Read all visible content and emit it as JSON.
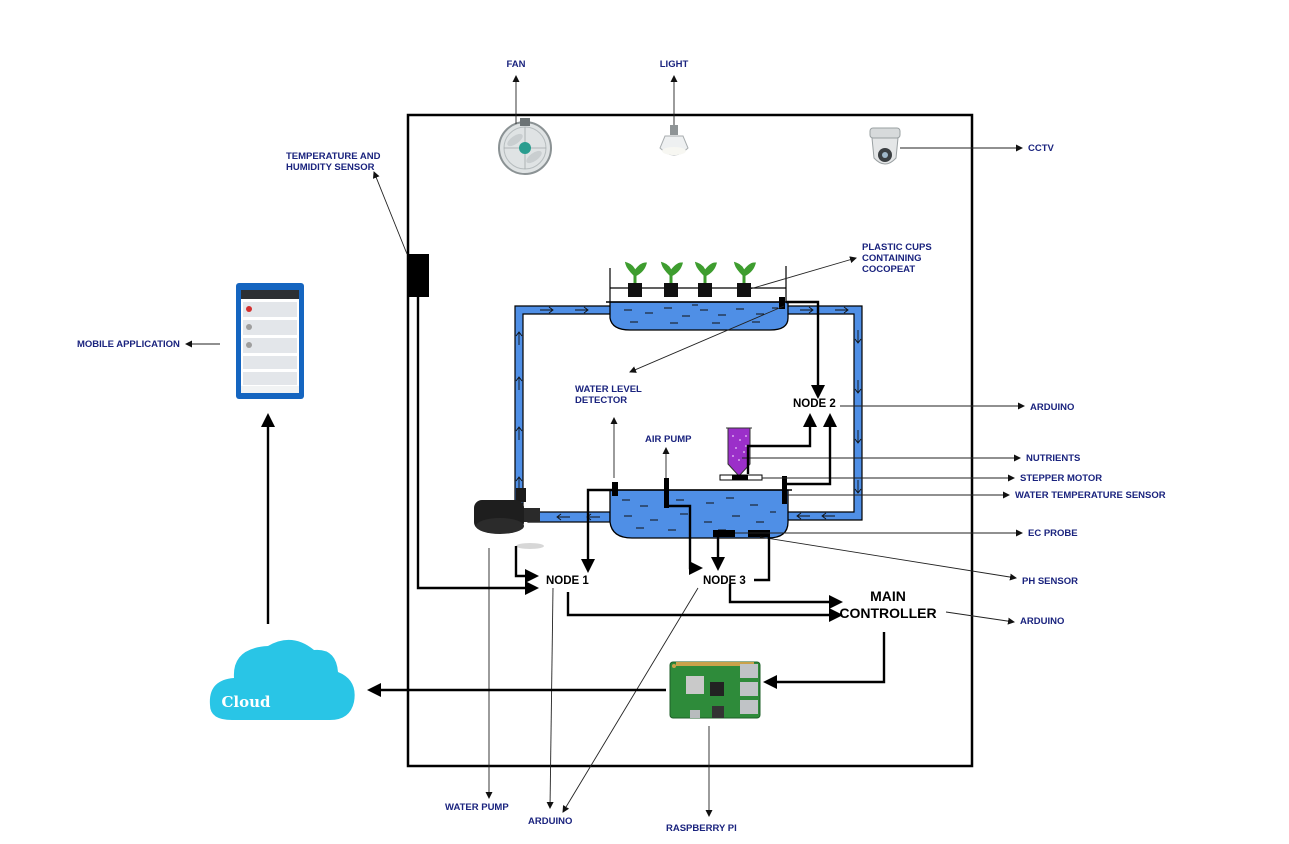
{
  "labels": {
    "fan": "FAN",
    "light": "LIGHT",
    "cctv": "CCTV",
    "temp_humidity_1": "TEMPERATURE AND",
    "temp_humidity_2": "HUMIDITY SENSOR",
    "plastic_cups_1": "PLASTIC CUPS",
    "plastic_cups_2": "CONTAINING",
    "plastic_cups_3": "COCOPEAT",
    "mobile_app": "MOBILE APPLICATION",
    "water_level_1": "WATER LEVEL",
    "water_level_2": "DETECTOR",
    "air_pump": "AIR PUMP",
    "arduino_node2": "ARDUINO",
    "nutrients": "NUTRIENTS",
    "stepper_motor": "STEPPER MOTOR",
    "water_temp": "WATER TEMPERATURE SENSOR",
    "ec_probe": "EC PROBE",
    "ph_sensor": "PH SENSOR",
    "arduino_main": "ARDUINO",
    "water_pump": "WATER PUMP",
    "arduino_node1": "ARDUINO",
    "raspberry_pi": "RASPBERRY PI"
  },
  "nodes": {
    "node1": "NODE 1",
    "node2": "NODE 2",
    "node3": "NODE 3",
    "main_1": "MAIN",
    "main_2": "CONTROLLER"
  },
  "cloud": {
    "label": "Cloud"
  },
  "colors": {
    "water": "#4f8fe6",
    "cloud": "#29c5e6",
    "label_text": "#1a237e",
    "nutrient": "#9b2fc9",
    "plant": "#3e9d2f"
  },
  "icons": [
    "fan-icon",
    "light-bulb-icon",
    "cctv-camera-icon",
    "plant-icon",
    "phone-icon",
    "cloud-icon",
    "raspberry-pi-icon",
    "water-pump-icon"
  ]
}
